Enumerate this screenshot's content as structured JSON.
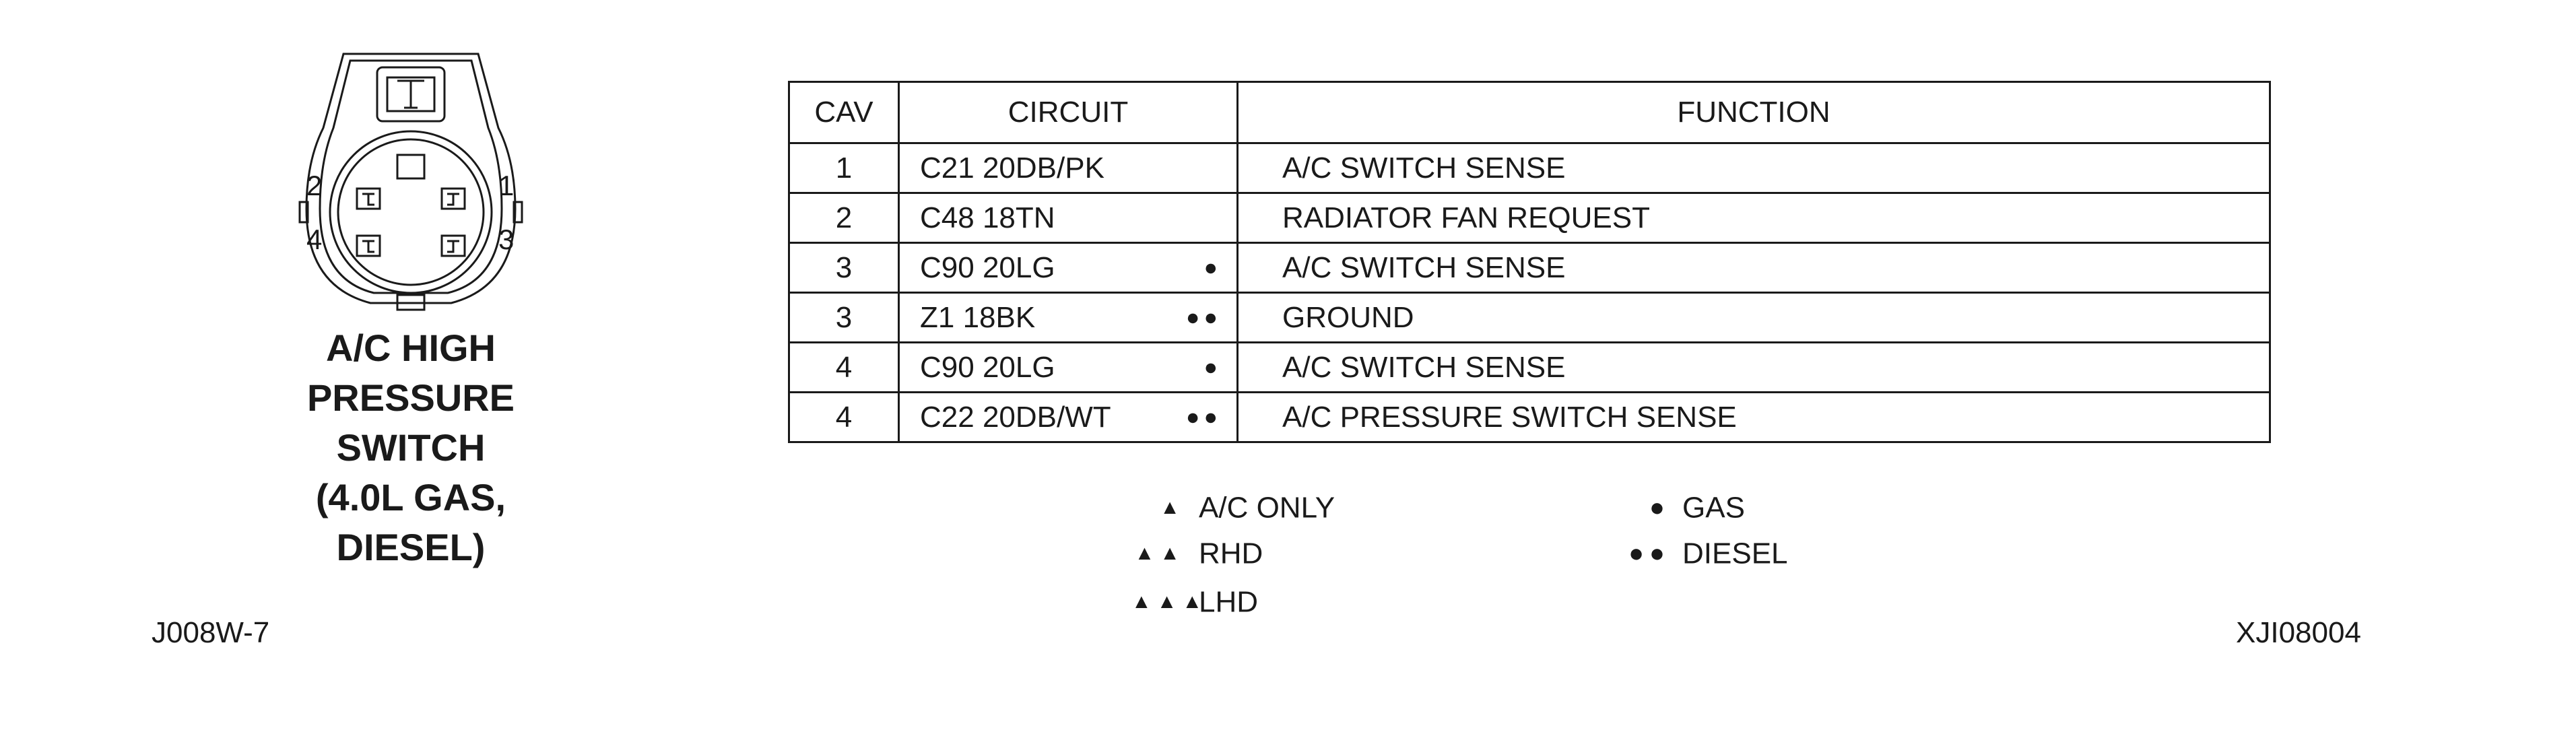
{
  "component": {
    "title_lines": [
      "A/C HIGH",
      "PRESSURE",
      "SWITCH",
      "(4.0L GAS,",
      "DIESEL)"
    ],
    "pin_labels": {
      "p1": "1",
      "p2": "2",
      "p3": "3",
      "p4": "4"
    }
  },
  "table": {
    "headers": {
      "cav": "CAV",
      "circuit": "CIRCUIT",
      "function": "FUNCTION"
    },
    "rows": [
      {
        "cav": "1",
        "circuit": "C21 20DB/PK",
        "marker": "",
        "function": "A/C SWITCH SENSE"
      },
      {
        "cav": "2",
        "circuit": "C48 18TN",
        "marker": "",
        "function": "RADIATOR FAN REQUEST"
      },
      {
        "cav": "3",
        "circuit": "C90 20LG",
        "marker": "●",
        "function": "A/C SWITCH SENSE"
      },
      {
        "cav": "3",
        "circuit": "Z1 18BK",
        "marker": "●●",
        "function": "GROUND"
      },
      {
        "cav": "4",
        "circuit": "C90 20LG",
        "marker": "●",
        "function": "A/C SWITCH SENSE"
      },
      {
        "cav": "4",
        "circuit": "C22 20DB/WT",
        "marker": "●●",
        "function": "A/C PRESSURE SWITCH SENSE"
      }
    ]
  },
  "legend": {
    "ac_only": {
      "symbol": "▲",
      "label": "A/C ONLY"
    },
    "rhd": {
      "symbol": "▲▲",
      "label": "RHD"
    },
    "lhd": {
      "symbol": "▲▲▲",
      "label": "LHD"
    },
    "gas": {
      "symbol": "●",
      "label": "GAS"
    },
    "diesel": {
      "symbol": "●●",
      "label": "DIESEL"
    }
  },
  "ids": {
    "left": "J008W-7",
    "right": "XJI08004"
  },
  "colors": {
    "ink": "#1a1a1a",
    "background": "#ffffff"
  }
}
